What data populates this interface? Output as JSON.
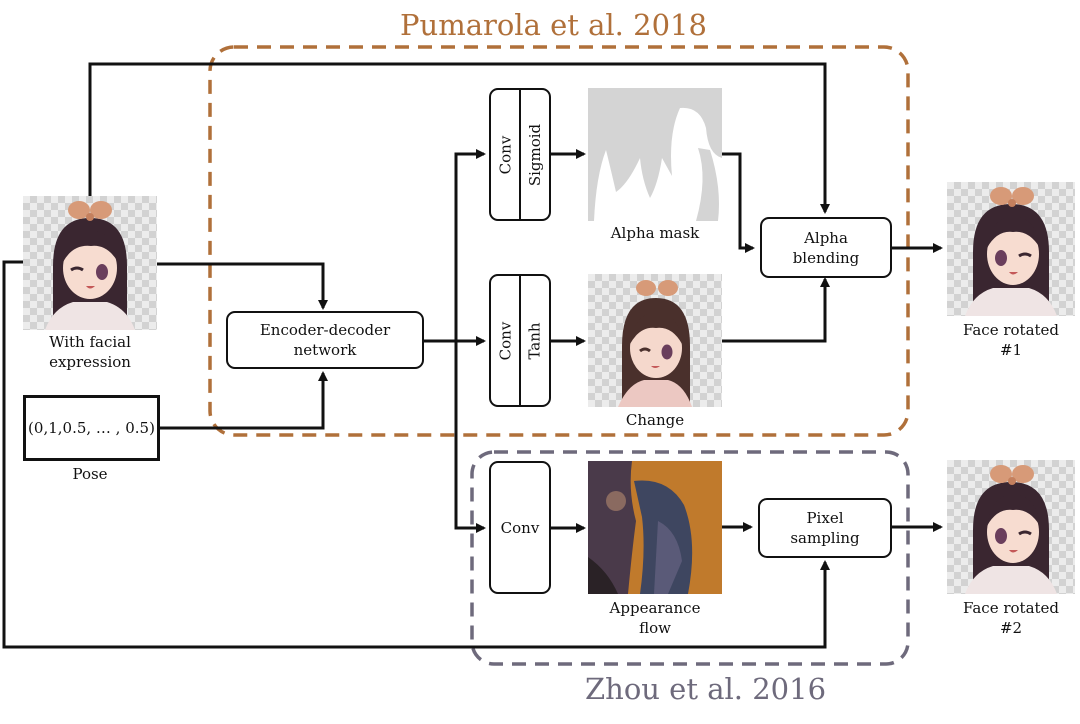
{
  "colors": {
    "pumarola": "#b0703a",
    "zhou": "#6e6a7c",
    "line": "#111111"
  },
  "groups": {
    "pumarola": {
      "title": "Pumarola et al. 2018"
    },
    "zhou": {
      "title": "Zhou et al. 2016"
    }
  },
  "inputs": {
    "face_label_1": "With facial",
    "face_label_2": "expression",
    "pose_vector": "(0,1,0.5, … , 0.5)",
    "pose_label": "Pose"
  },
  "nodes": {
    "encoder_1": "Encoder-decoder",
    "encoder_2": "network",
    "conv_sigmoid_a": "Conv",
    "conv_sigmoid_b": "Sigmoid",
    "conv_tanh_a": "Conv",
    "conv_tanh_b": "Tanh",
    "conv": "Conv",
    "alpha_blending_1": "Alpha",
    "alpha_blending_2": "blending",
    "pixel_sampling_1": "Pixel",
    "pixel_sampling_2": "sampling"
  },
  "images": {
    "alpha_mask": "Alpha mask",
    "change": "Change",
    "flow_1": "Appearance",
    "flow_2": "flow"
  },
  "outputs": {
    "out1_line1": "Face rotated",
    "out1_line2": "#1",
    "out2_line1": "Face rotated",
    "out2_line2": "#2"
  },
  "icons": [
    "anime-face-image",
    "alpha-mask-image",
    "change-image",
    "appearance-flow-image",
    "arrowhead"
  ]
}
